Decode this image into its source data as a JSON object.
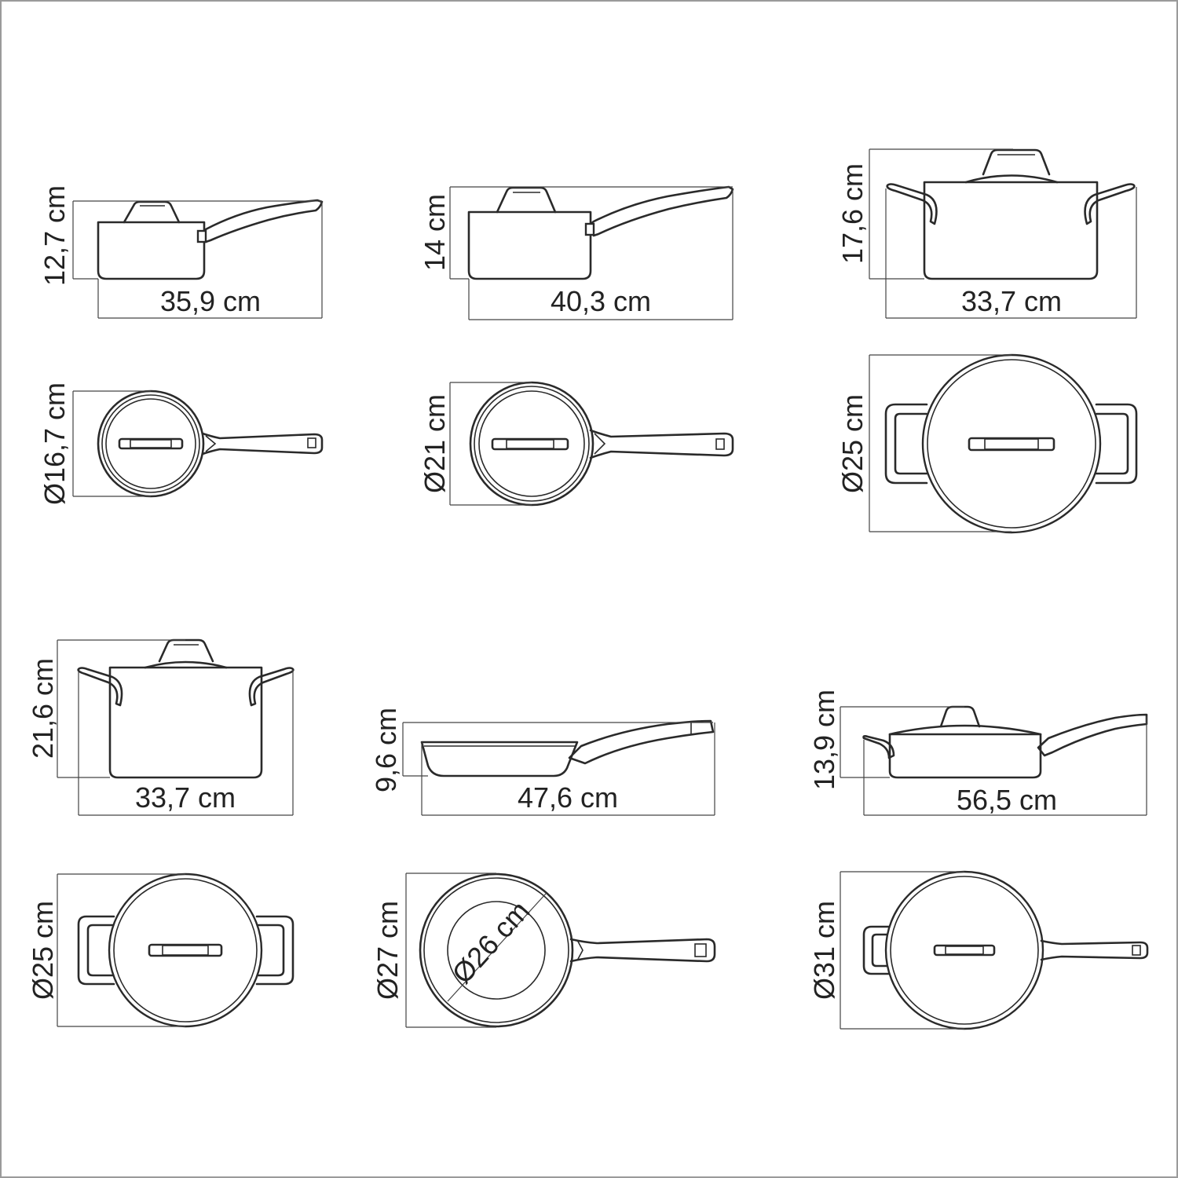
{
  "title": "Cookware set dimensions",
  "items": [
    {
      "name": "saucepan-small",
      "height": "12,7 cm",
      "width": "35,9 cm",
      "diameter": "Ø16,7 cm"
    },
    {
      "name": "saucepan-medium",
      "height": "14 cm",
      "width": "40,3 cm",
      "diameter": "Ø21 cm"
    },
    {
      "name": "casserole-low",
      "height": "17,6 cm",
      "width": "33,7 cm",
      "diameter": "Ø25 cm"
    },
    {
      "name": "casserole-tall",
      "height": "21,6 cm",
      "width": "33,7 cm",
      "diameter": "Ø25 cm"
    },
    {
      "name": "frying-pan",
      "height": "9,6 cm",
      "width": "47,6 cm",
      "diameter": "Ø27 cm",
      "inner_diameter": "Ø26 cm"
    },
    {
      "name": "saute-pan",
      "height": "13,9 cm",
      "width": "56,5 cm",
      "diameter": "Ø31 cm"
    }
  ],
  "colors": {
    "line": "#2a2a2a",
    "background": "#ffffff",
    "frame": "#9a9a9a"
  }
}
